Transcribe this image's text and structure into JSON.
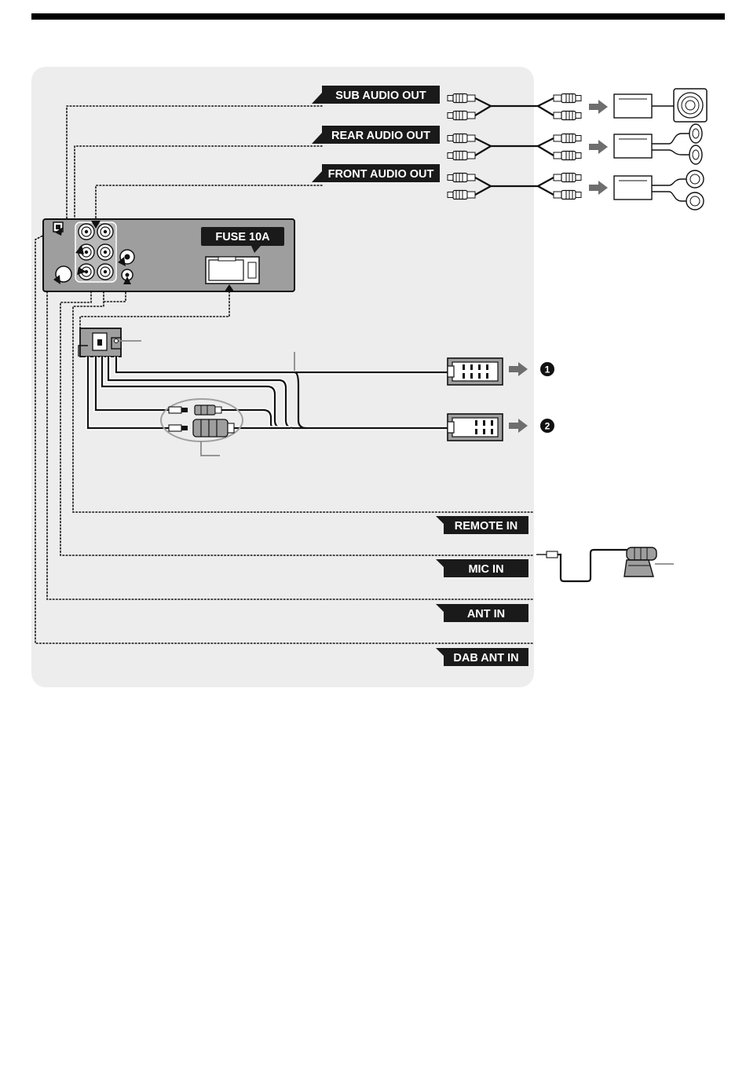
{
  "labels": {
    "sub_audio_out": "SUB AUDIO OUT",
    "rear_audio_out": "REAR AUDIO OUT",
    "front_audio_out": "FRONT AUDIO OUT",
    "fuse": "FUSE 10A",
    "remote_in": "REMOTE IN",
    "mic_in": "MIC IN",
    "ant_in": "ANT IN",
    "dab_ant_in": "DAB ANT IN"
  },
  "markers": {
    "connector_1": "1",
    "connector_2": "2"
  },
  "colors": {
    "panel": "#ededed",
    "label_bg": "#1a1a1a",
    "unit_body": "#9e9e9e",
    "arrow": "#6e6e6e"
  }
}
